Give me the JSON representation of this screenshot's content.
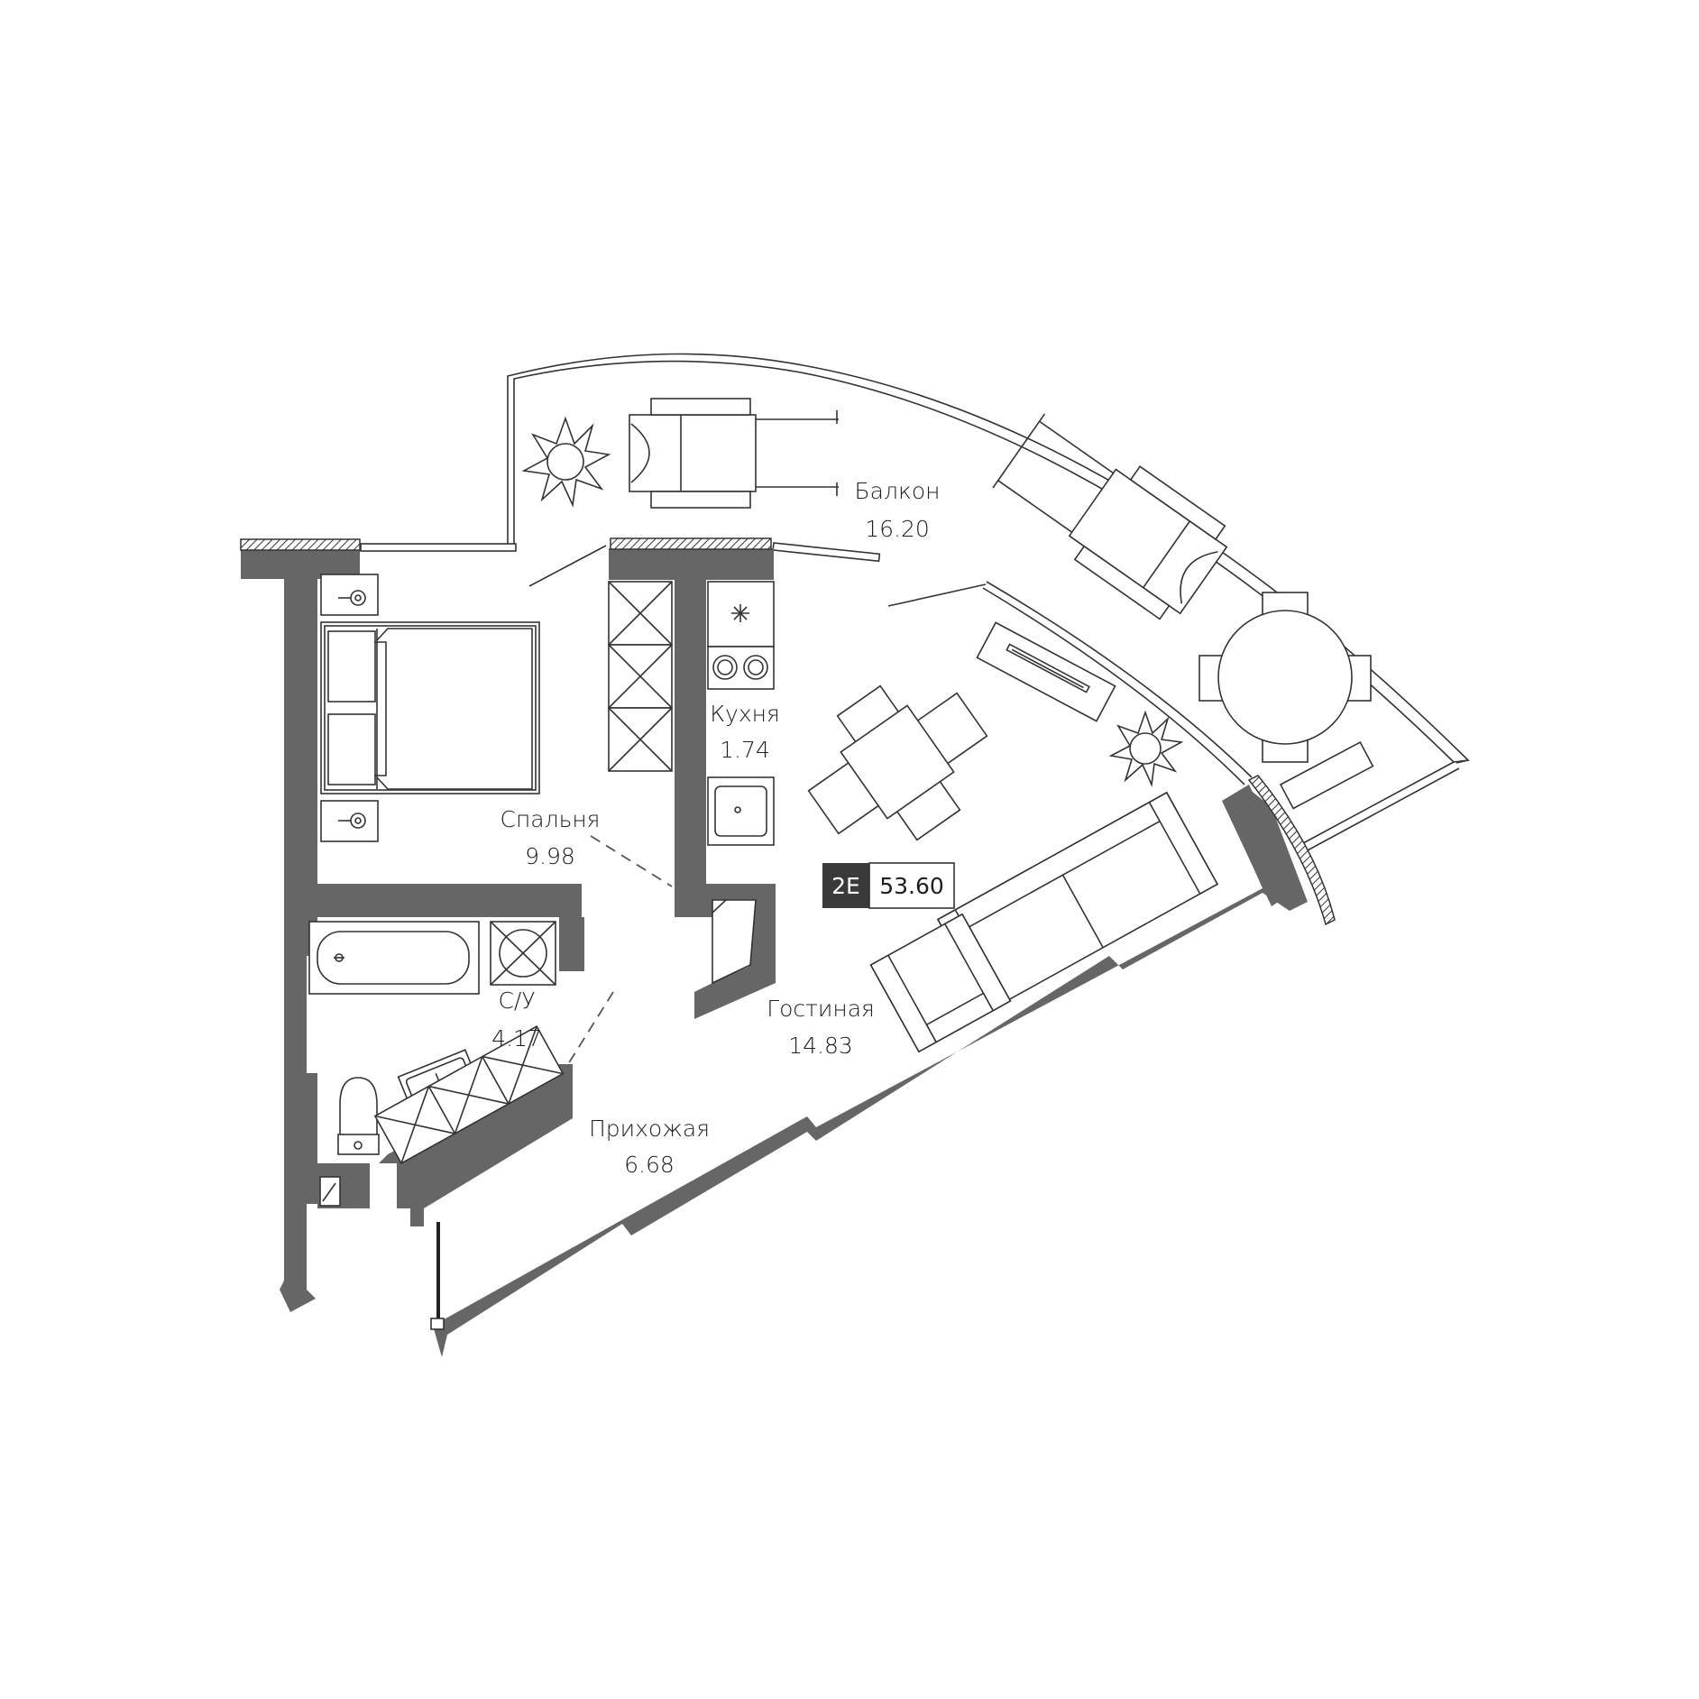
{
  "apartment": {
    "type_badge": "2E",
    "total_area": "53.60"
  },
  "rooms": [
    {
      "id": "balcony",
      "name": "Балкон",
      "area": "16.20"
    },
    {
      "id": "kitchen",
      "name": "Кухня",
      "area": "1.74"
    },
    {
      "id": "bedroom",
      "name": "Спальня",
      "area": "9.98"
    },
    {
      "id": "bathroom",
      "name": "С/У",
      "area": "4.17"
    },
    {
      "id": "living",
      "name": "Гостиная",
      "area": "14.83"
    },
    {
      "id": "hallway",
      "name": "Прихожая",
      "area": "6.68"
    }
  ],
  "colors": {
    "wall": "#666666",
    "badge_dark": "#3a3a3a",
    "line": "#333333"
  }
}
